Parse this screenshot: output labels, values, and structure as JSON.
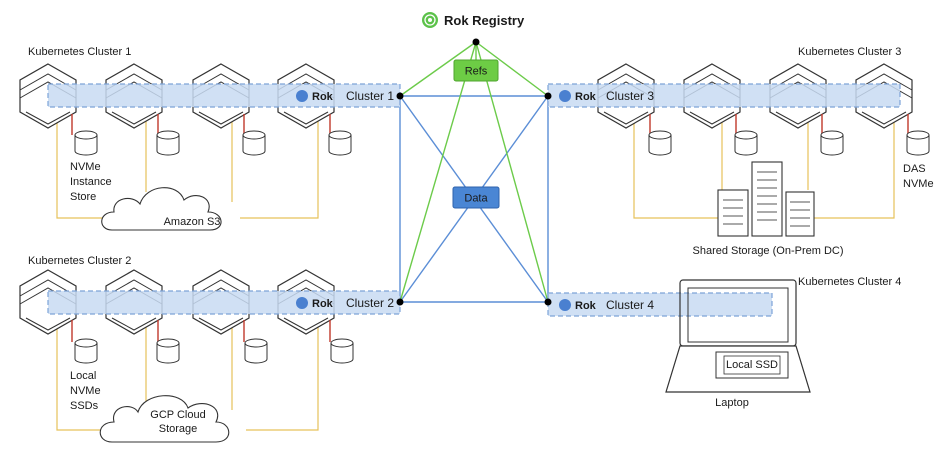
{
  "registry": {
    "title": "Rok Registry"
  },
  "hub": {
    "refs_label": "Refs",
    "data_label": "Data"
  },
  "clusters": [
    {
      "title": "Kubernetes Cluster 1",
      "band_label": "Cluster 1",
      "rok_label": "Rok",
      "storage_label_lines": [
        "NVMe",
        "Instance",
        "Store"
      ],
      "cloud_label_lines": [
        "Amazon S3"
      ]
    },
    {
      "title": "Kubernetes Cluster 2",
      "band_label": "Cluster 2",
      "rok_label": "Rok",
      "storage_label_lines": [
        "Local",
        "NVMe",
        "SSDs"
      ],
      "cloud_label_lines": [
        "GCP Cloud",
        "Storage"
      ]
    },
    {
      "title": "Kubernetes Cluster 3",
      "band_label": "Cluster 3",
      "rok_label": "Rok",
      "storage_label_lines": [
        "DAS",
        "NVMe"
      ],
      "shared_label": "Shared Storage (On-Prem DC)"
    },
    {
      "title": "Kubernetes Cluster 4",
      "band_label": "Cluster 4",
      "rok_label": "Rok",
      "laptop_label": "Laptop",
      "ssd_label": "Local SSD"
    }
  ],
  "colors": {
    "refs_box": "#6dcc45",
    "data_box": "#4a86d4",
    "band": "#c8daf2",
    "green_link": "#6ccb4a",
    "blue_link": "#5b8ed6",
    "storage_link": "#e7c25a",
    "node_link": "#c0392b"
  }
}
